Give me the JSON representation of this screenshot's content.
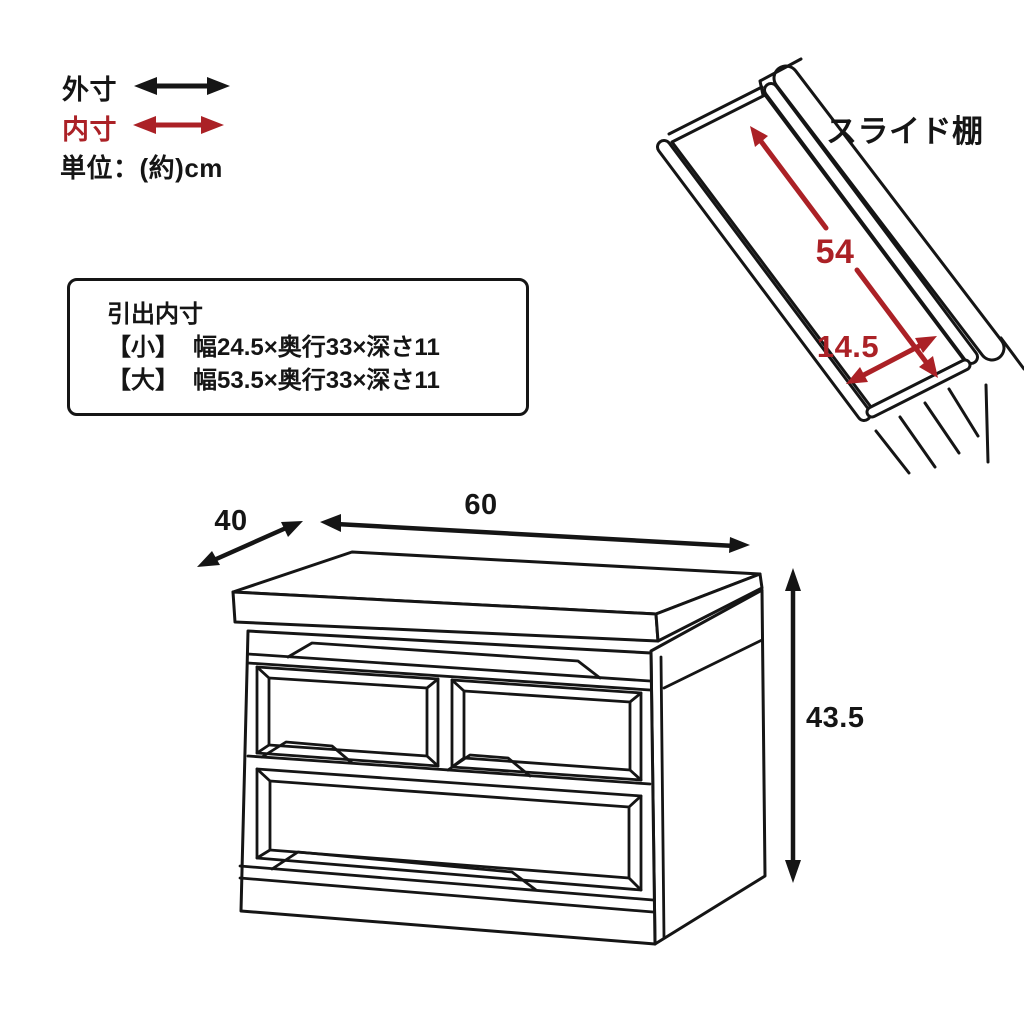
{
  "legend": {
    "outer": {
      "label": "外寸"
    },
    "inner": {
      "label": "内寸"
    },
    "unit": "単位：(約)cm"
  },
  "drawer_spec_box": {
    "title": "引出内寸",
    "rows": [
      {
        "size": "【小】",
        "dims": "幅24.5×奥行33×深さ11"
      },
      {
        "size": "【大】",
        "dims": "幅53.5×奥行33×深さ11"
      }
    ]
  },
  "slide_shelf": {
    "title": "スライド棚",
    "depth_cm": "54",
    "width_cm": "14.5"
  },
  "chest": {
    "width_cm": "60",
    "depth_cm": "40",
    "height_cm": "43.5"
  },
  "colors": {
    "outer_dim_arrow": "#151515",
    "inner_dim_arrow": "#ab2126",
    "line": "#151515",
    "background": "#ffffff"
  }
}
